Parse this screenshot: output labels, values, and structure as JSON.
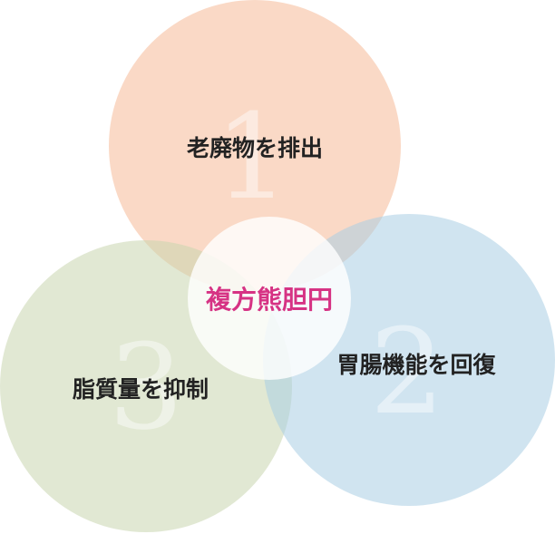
{
  "center": {
    "label": "複方熊胆円",
    "color": "#d63384"
  },
  "circles": [
    {
      "number": "1",
      "label": "老廃物を排出",
      "color": "#f5b997"
    },
    {
      "number": "2",
      "label": "胃腸機能を回復",
      "color": "#a9cde4"
    },
    {
      "number": "3",
      "label": "脂質量を抑制",
      "color": "#c9d6ae"
    }
  ]
}
